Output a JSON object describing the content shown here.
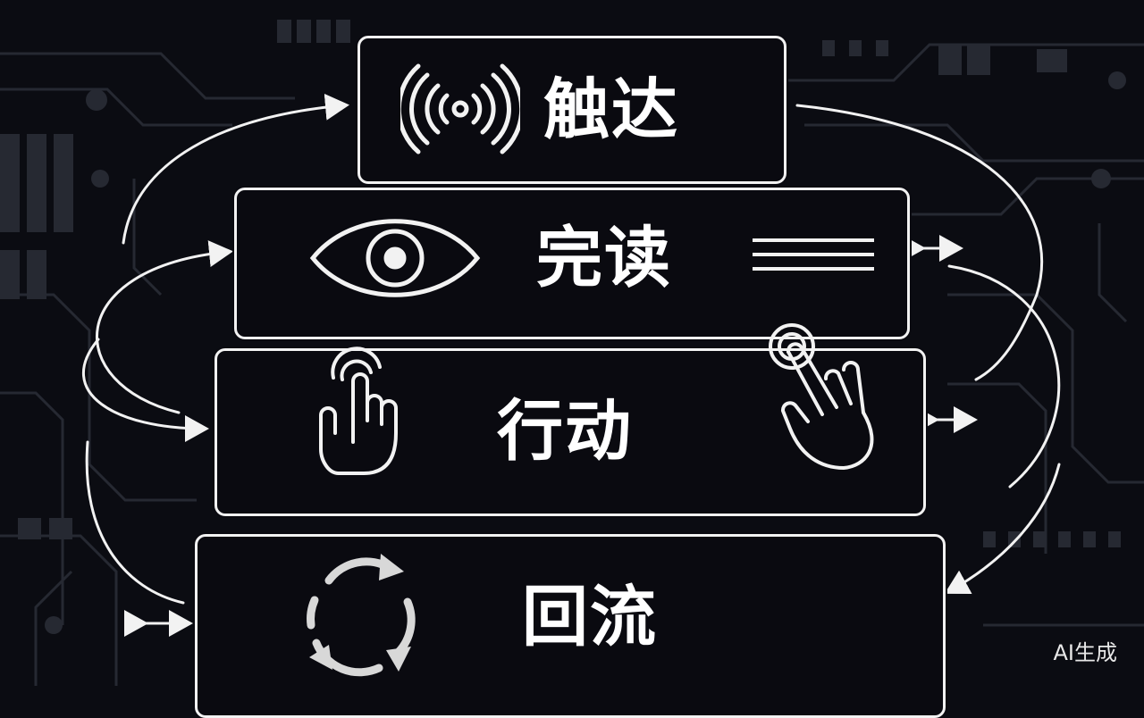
{
  "stages": [
    {
      "label": "触达",
      "icon": "signal-waves-icon"
    },
    {
      "label": "完读",
      "icon": "eye-icon"
    },
    {
      "label": "行动",
      "icon": "tap-hand-icon"
    },
    {
      "label": "回流",
      "icon": "refresh-cycle-icon"
    }
  ],
  "watermark": "AI生成",
  "colors": {
    "background": "#0b0c12",
    "line": "#f2f2f2",
    "circuit": "#2a2d36"
  }
}
